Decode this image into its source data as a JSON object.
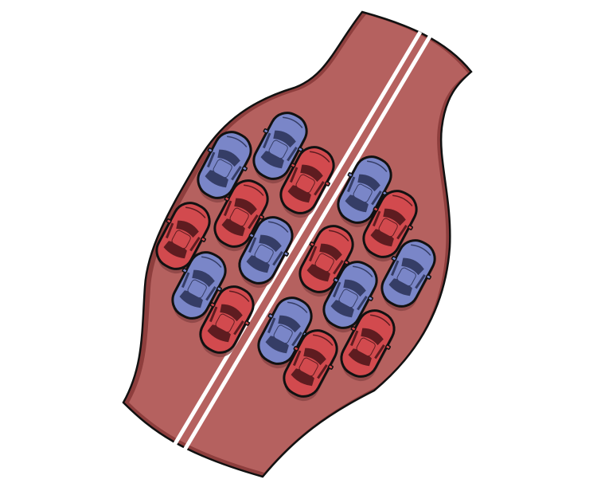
{
  "illustration": {
    "subject": "traffic-jam-road",
    "colors": {
      "road": "#b5615f",
      "road_shadow": "#8e3e3d",
      "outline": "#111111",
      "lane_line": "#ffffff",
      "blue_body": "#7a86c8",
      "blue_window": "#353d66",
      "red_body": "#d24a4e",
      "red_window": "#5e1c20",
      "car_shadow": "#8a4444"
    },
    "cars": [
      "blue",
      "blue",
      "red",
      "red",
      "red",
      "blue",
      "blue",
      "red",
      "blue",
      "red",
      "red",
      "blue",
      "blue",
      "blue",
      "red",
      "red"
    ]
  }
}
